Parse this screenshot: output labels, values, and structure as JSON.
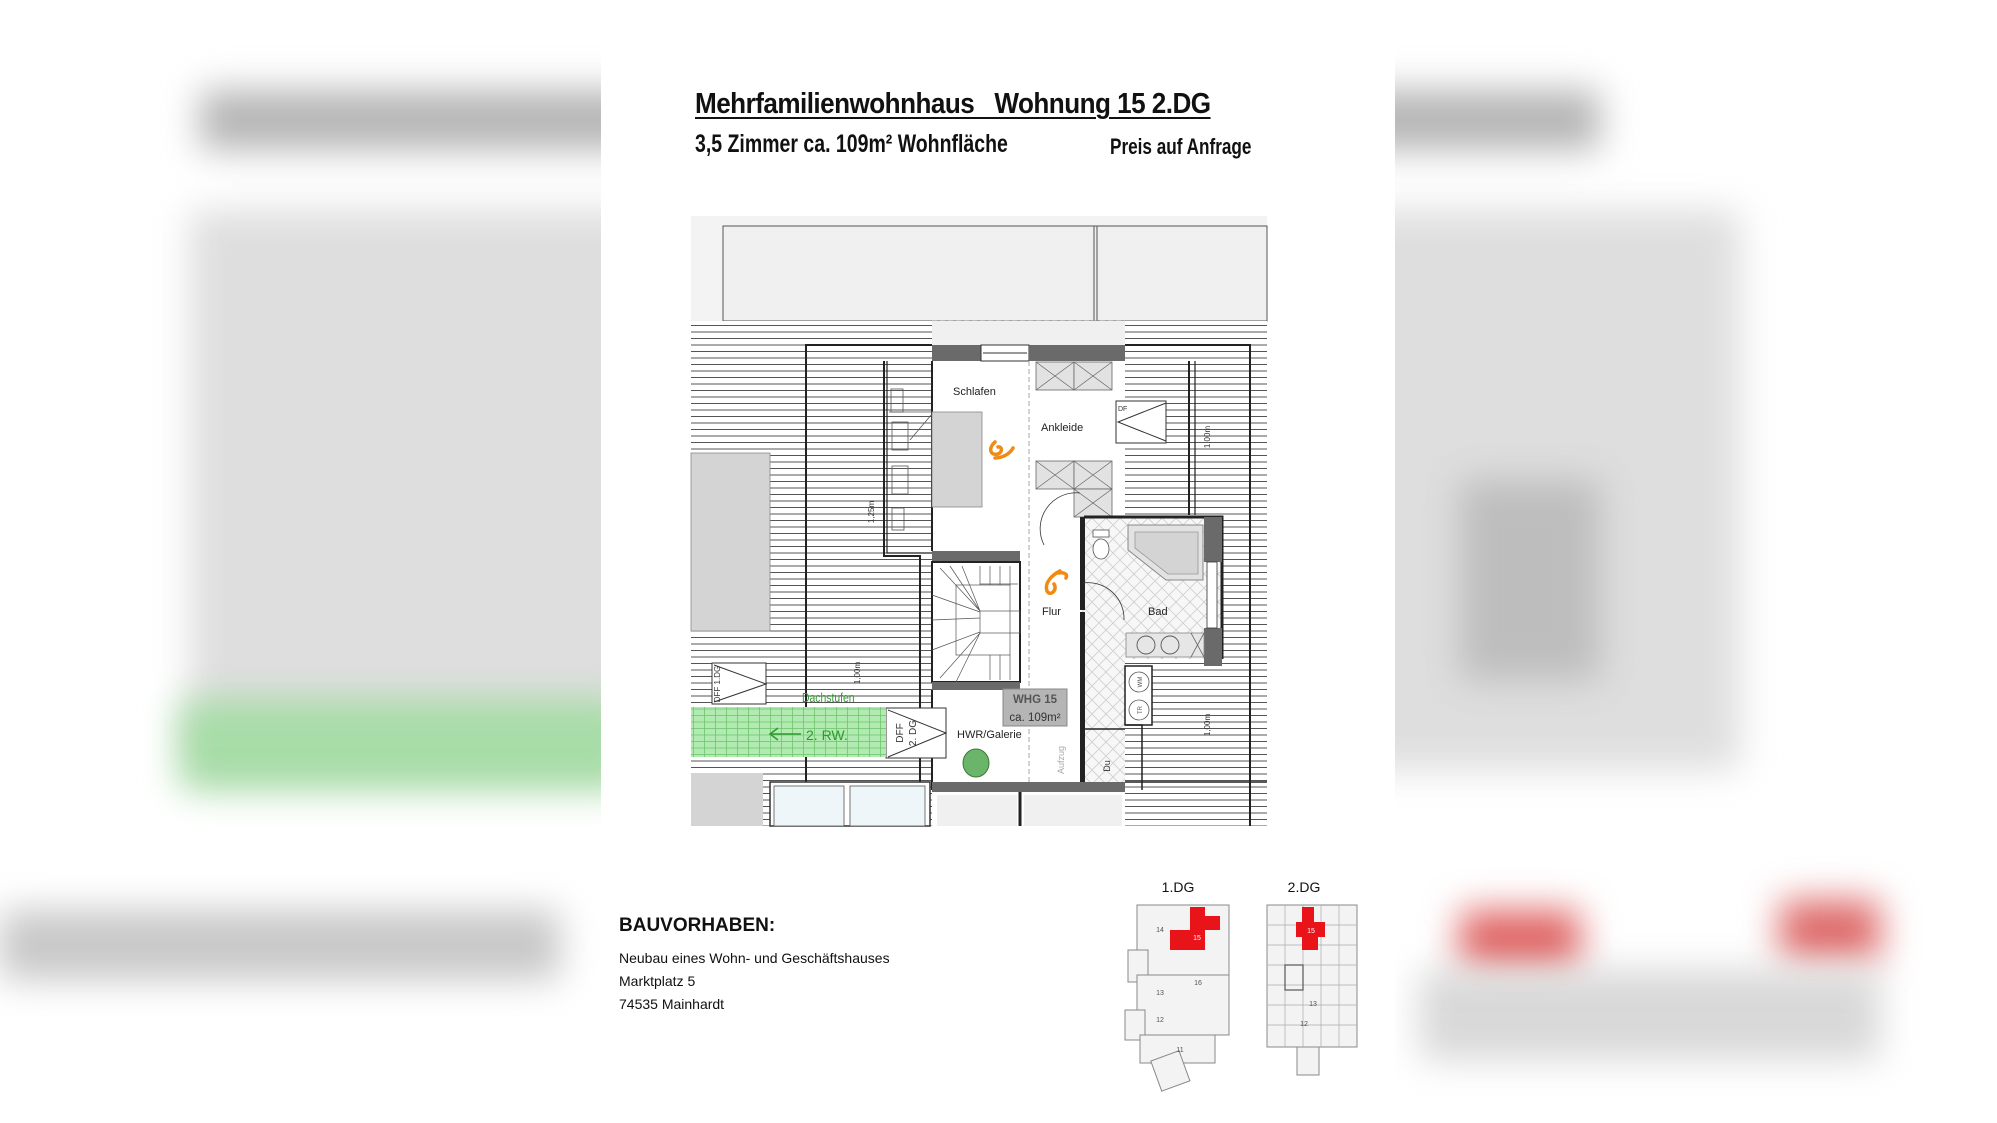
{
  "header": {
    "title": "Mehrfamilienwohnhaus   Wohnung 15 2.DG",
    "subtitle": "3,5 Zimmer ca. 109m² Wohnfläche",
    "price": "Preis auf Anfrage"
  },
  "floorplan": {
    "rooms": {
      "schlafen": "Schlafen",
      "ankleide": "Ankleide",
      "flur": "Flur",
      "bad": "Bad",
      "hwr": "HWR/Galerie",
      "du": "Du",
      "aufzug": "Aufzug"
    },
    "unit_badge": {
      "line1": "WHG 15",
      "line2": "ca. 109m²"
    },
    "labels": {
      "df": "DF",
      "dff_1dg": "DFF 1.DG",
      "dff_2dg_a": "DFF",
      "dff_2dg_b": "2. DG",
      "dachstufen": "Dachstufen",
      "rw": "2. RW.",
      "wm": "WM",
      "tr": "TR"
    },
    "dimensions": {
      "d1": "1,25m",
      "d2": "1,00m",
      "d3": "1,00m",
      "d4": "1,00m"
    },
    "colors": {
      "highlight_green": "#a6e4a6",
      "green_text": "#2e9a2e",
      "orange_icon": "#f08a10",
      "wall": "#6a6a6a",
      "gray_fill": "#d4d4d4"
    }
  },
  "project": {
    "heading": "BAUVORHABEN:",
    "lines": [
      "Neubau eines Wohn- und Geschäftshauses",
      "Marktplatz 5",
      "74535 Mainhardt"
    ]
  },
  "key_plans": [
    {
      "label": "1.DG",
      "units": [
        "14",
        "15",
        "16",
        "13",
        "12",
        "11"
      ],
      "highlight": "15"
    },
    {
      "label": "2.DG",
      "units": [
        "15",
        "13",
        "12"
      ],
      "highlight": "15"
    }
  ],
  "accent": "#e8141a"
}
